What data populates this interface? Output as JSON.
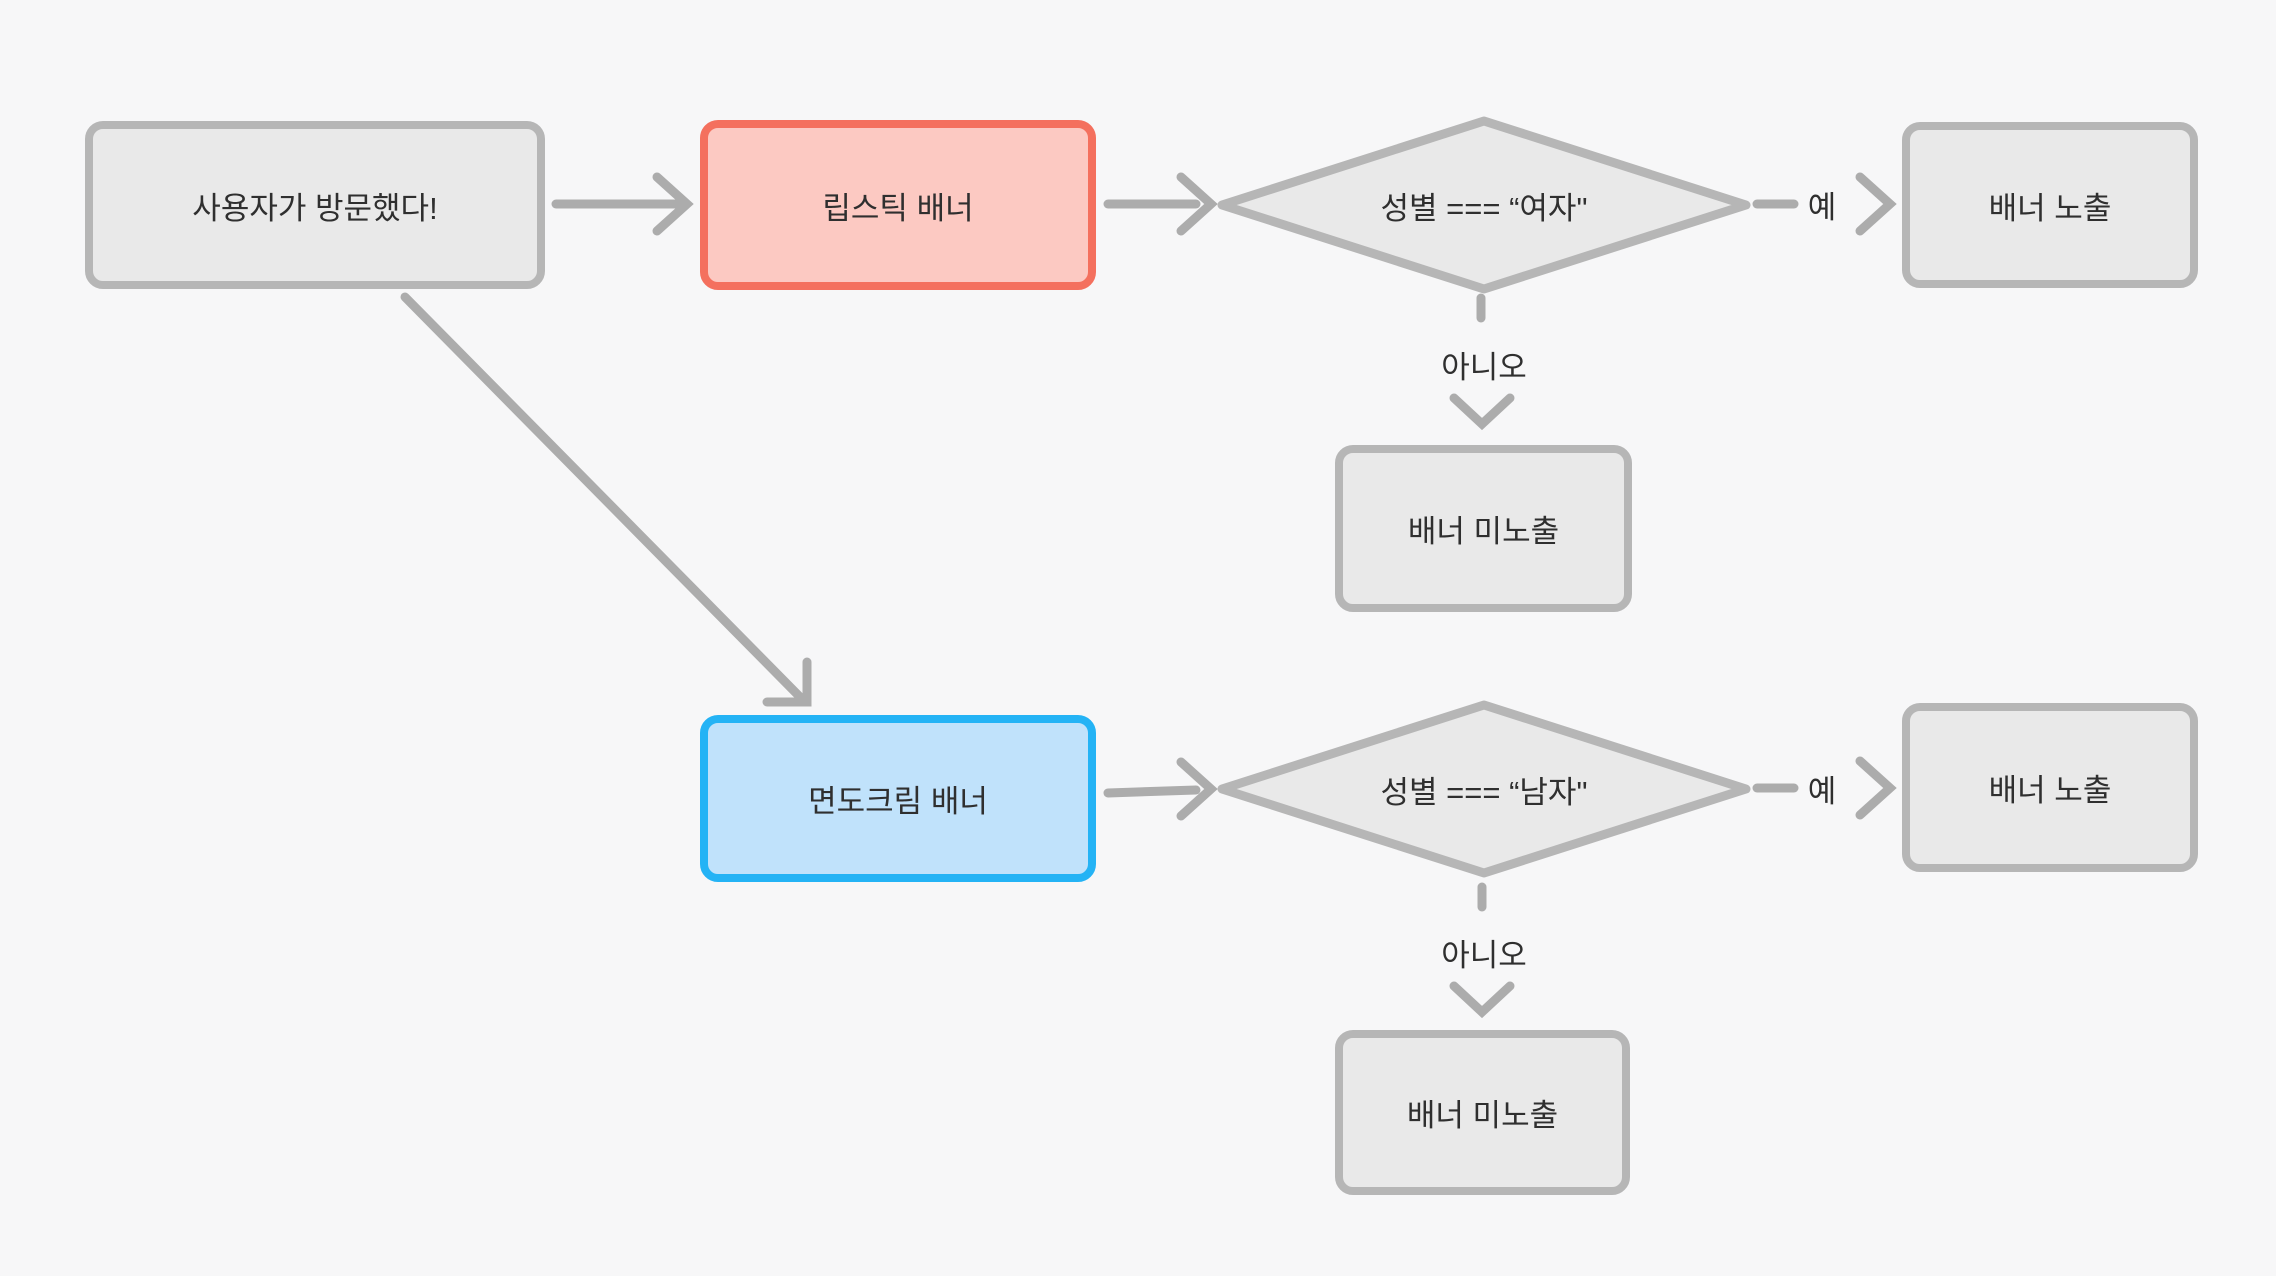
{
  "diagram": {
    "nodes": {
      "start": {
        "label": "사용자가 방문했다!"
      },
      "lipstick": {
        "label": "립스틱 배너"
      },
      "decision_female": {
        "label": "성별 === “여자\""
      },
      "banner_show_1": {
        "label": "배너 노출"
      },
      "banner_hide_1": {
        "label": "배너 미노출"
      },
      "shaving": {
        "label": "면도크림 배너"
      },
      "decision_male": {
        "label": "성별 === “남자\""
      },
      "banner_show_2": {
        "label": "배너 노출"
      },
      "banner_hide_2": {
        "label": "배너 미노출"
      }
    },
    "edge_labels": {
      "yes_1": "예",
      "no_1": "아니오",
      "yes_2": "예",
      "no_2": "아니오"
    }
  },
  "colors": {
    "background": "#f7f7f8",
    "node_fill": "#e9e9e9",
    "node_border": "#b6b6b6",
    "lipstick_fill": "#fcc9c2",
    "lipstick_border": "#f4705e",
    "shaving_fill": "#c0e2fb",
    "shaving_border": "#24b3f5",
    "connector": "#acacac",
    "text": "#2f2f2f"
  }
}
